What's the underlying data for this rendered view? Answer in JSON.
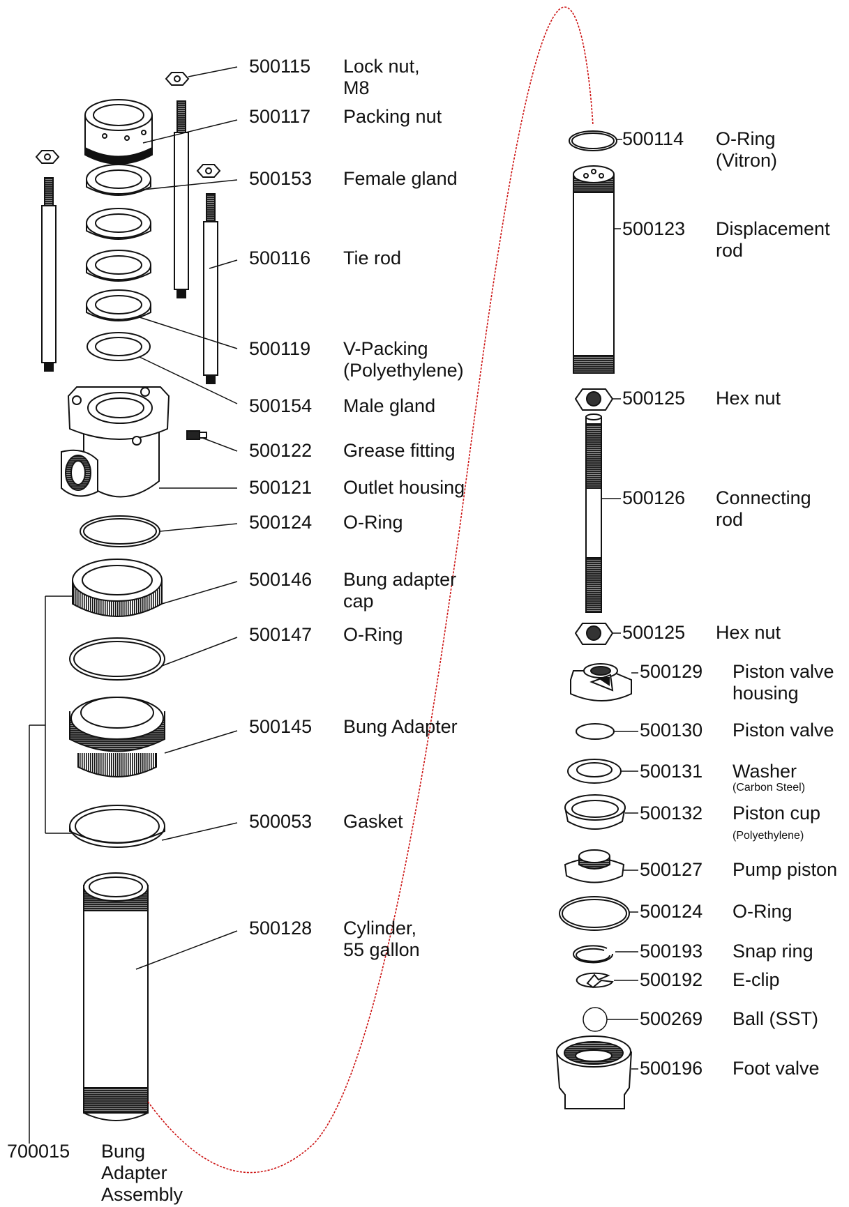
{
  "parts": [
    {
      "key": "p115",
      "number": "500115",
      "name": "Lock nut,",
      "name2": "M8"
    },
    {
      "key": "p117",
      "number": "500117",
      "name": "Packing nut"
    },
    {
      "key": "p153",
      "number": "500153",
      "name": "Female gland"
    },
    {
      "key": "p116",
      "number": "500116",
      "name": "Tie rod"
    },
    {
      "key": "p119",
      "number": "500119",
      "name": "V-Packing",
      "name2": "(Polyethylene)"
    },
    {
      "key": "p154",
      "number": "500154",
      "name": "Male gland"
    },
    {
      "key": "p122",
      "number": "500122",
      "name": "Grease fitting"
    },
    {
      "key": "p121",
      "number": "500121",
      "name": "Outlet housing"
    },
    {
      "key": "p124a",
      "number": "500124",
      "name": "O-Ring"
    },
    {
      "key": "p146",
      "number": "500146",
      "name": "Bung adapter",
      "name2": "cap"
    },
    {
      "key": "p147",
      "number": "500147",
      "name": "O-Ring"
    },
    {
      "key": "p145",
      "number": "500145",
      "name": "Bung Adapter"
    },
    {
      "key": "p053",
      "number": "500053",
      "name": "Gasket"
    },
    {
      "key": "p128",
      "number": "500128",
      "name": "Cylinder,",
      "name2": "55 gallon"
    },
    {
      "key": "a015",
      "number": "700015",
      "name": "Bung",
      "name2": "Adapter",
      "name3": "Assembly"
    },
    {
      "key": "p114",
      "number": "500114",
      "name": "O-Ring",
      "name2": "(Vitron)"
    },
    {
      "key": "p123",
      "number": "500123",
      "name": "Displacement",
      "name2": "rod"
    },
    {
      "key": "p125a",
      "number": "500125",
      "name": "Hex nut"
    },
    {
      "key": "p126",
      "number": "500126",
      "name": "Connecting",
      "name2": "rod"
    },
    {
      "key": "p125b",
      "number": "500125",
      "name": "Hex nut"
    },
    {
      "key": "p129",
      "number": "500129",
      "name": "Piston valve",
      "name2": "housing"
    },
    {
      "key": "p130",
      "number": "500130",
      "name": "Piston valve"
    },
    {
      "key": "p131",
      "number": "500131",
      "name": "Washer",
      "note": "(Carbon Steel)"
    },
    {
      "key": "p132",
      "number": "500132",
      "name": "Piston cup",
      "note": "(Polyethylene)"
    },
    {
      "key": "p127",
      "number": "500127",
      "name": "Pump piston"
    },
    {
      "key": "p124b",
      "number": "500124",
      "name": "O-Ring"
    },
    {
      "key": "p193",
      "number": "500193",
      "name": "Snap ring"
    },
    {
      "key": "p192",
      "number": "500192",
      "name": "E-clip"
    },
    {
      "key": "p269",
      "number": "500269",
      "name": "Ball (SST)"
    },
    {
      "key": "p196",
      "number": "500196",
      "name": "Foot valve"
    }
  ],
  "colors": {
    "ink": "#111111",
    "connector": "#cc1111",
    "background": "#ffffff"
  }
}
